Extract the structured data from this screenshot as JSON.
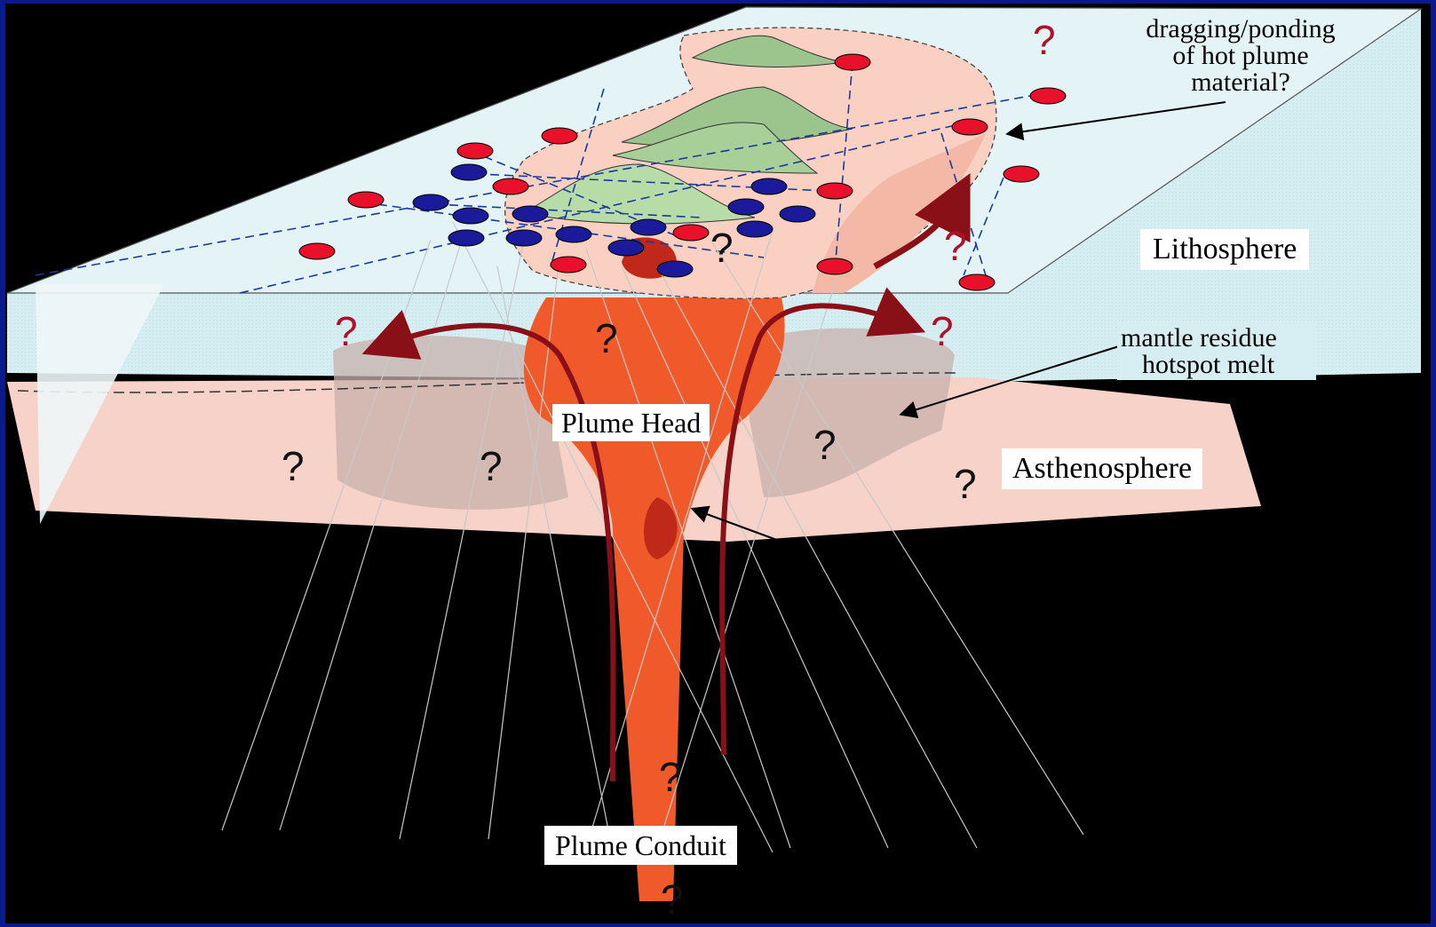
{
  "colors": {
    "frame": "#0a1a8a",
    "background": "#000000",
    "lithosphere": "#d6eef2",
    "asthenosphere": "#f7d2c8",
    "plume": "#f05a2a",
    "plume_dark": "#c0281a",
    "island_pink": "#f9d0c2",
    "volcano_green": "#9cc58e",
    "station_red": "#e8102a",
    "station_blue": "#1a1a9a",
    "arrow_red": "#8a1018",
    "question_red": "#b0102a"
  },
  "labels": {
    "lithosphere": "Lithosphere",
    "asthenosphere": "Asthenosphere",
    "plume_head": "Plume Head",
    "plume_conduit": "Plume Conduit",
    "dragging_line1": "dragging/ponding",
    "dragging_line2": "of hot plume",
    "dragging_line3": "material?",
    "mantle_line1": "mantle residue",
    "mantle_line2": "hotspot melt"
  },
  "question_mark": "?",
  "icons": {
    "volcano": "volcano-icon",
    "station": "seismic-station-icon"
  }
}
